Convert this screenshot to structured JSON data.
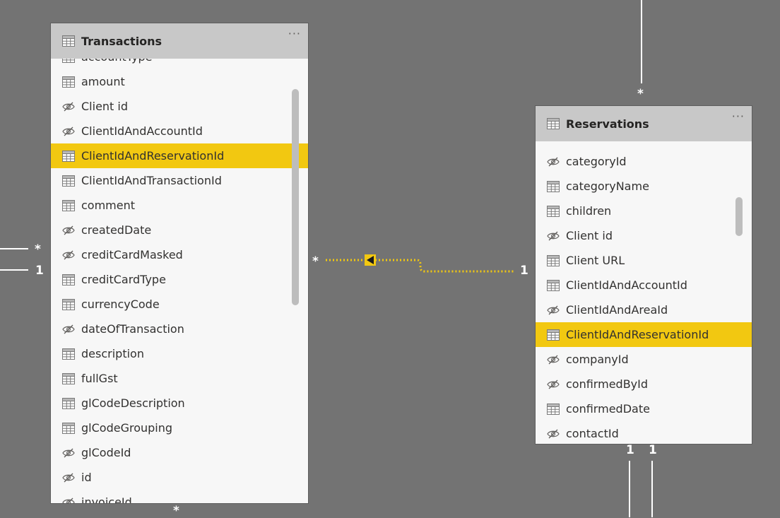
{
  "tables": {
    "transactions": {
      "title": "Transactions",
      "more_label": "···",
      "partial_top": "accountType",
      "fields": [
        {
          "name": "amount",
          "hidden": false
        },
        {
          "name": "Client id",
          "hidden": true
        },
        {
          "name": "ClientIdAndAccountId",
          "hidden": true
        },
        {
          "name": "ClientIdAndReservationId",
          "hidden": false,
          "highlighted": true
        },
        {
          "name": "ClientIdAndTransactionId",
          "hidden": false
        },
        {
          "name": "comment",
          "hidden": false
        },
        {
          "name": "createdDate",
          "hidden": true
        },
        {
          "name": "creditCardMasked",
          "hidden": true
        },
        {
          "name": "creditCardType",
          "hidden": false
        },
        {
          "name": "currencyCode",
          "hidden": false
        },
        {
          "name": "dateOfTransaction",
          "hidden": true
        },
        {
          "name": "description",
          "hidden": false
        },
        {
          "name": "fullGst",
          "hidden": false
        },
        {
          "name": "glCodeDescription",
          "hidden": false
        },
        {
          "name": "glCodeGrouping",
          "hidden": false
        },
        {
          "name": "glCodeId",
          "hidden": true
        },
        {
          "name": "id",
          "hidden": true
        },
        {
          "name": "invoiceId",
          "hidden": true
        }
      ]
    },
    "reservations": {
      "title": "Reservations",
      "more_label": "···",
      "fields": [
        {
          "name": "categoryId",
          "hidden": true
        },
        {
          "name": "categoryName",
          "hidden": false
        },
        {
          "name": "children",
          "hidden": false
        },
        {
          "name": "Client id",
          "hidden": true
        },
        {
          "name": "Client URL",
          "hidden": false
        },
        {
          "name": "ClientIdAndAccountId",
          "hidden": false
        },
        {
          "name": "ClientIdAndAreaId",
          "hidden": true
        },
        {
          "name": "ClientIdAndReservationId",
          "hidden": false,
          "highlighted": true
        },
        {
          "name": "companyId",
          "hidden": true
        },
        {
          "name": "confirmedById",
          "hidden": true
        },
        {
          "name": "confirmedDate",
          "hidden": false
        },
        {
          "name": "contactId",
          "hidden": true
        }
      ]
    }
  },
  "cardinality": {
    "left_many": "*",
    "left_one": "1",
    "trans_bottom_many": "*",
    "res_top_many": "*",
    "rel_many": "*",
    "rel_one": "1",
    "res_bottom_one_a": "1",
    "res_bottom_one_b": "1"
  },
  "colors": {
    "canvas": "#737373",
    "highlight": "#f2c811",
    "header": "#c8c8c8",
    "card": "#f7f7f7"
  },
  "icons": {
    "visible_field": "table-icon",
    "hidden_field": "eye-hidden-icon"
  }
}
